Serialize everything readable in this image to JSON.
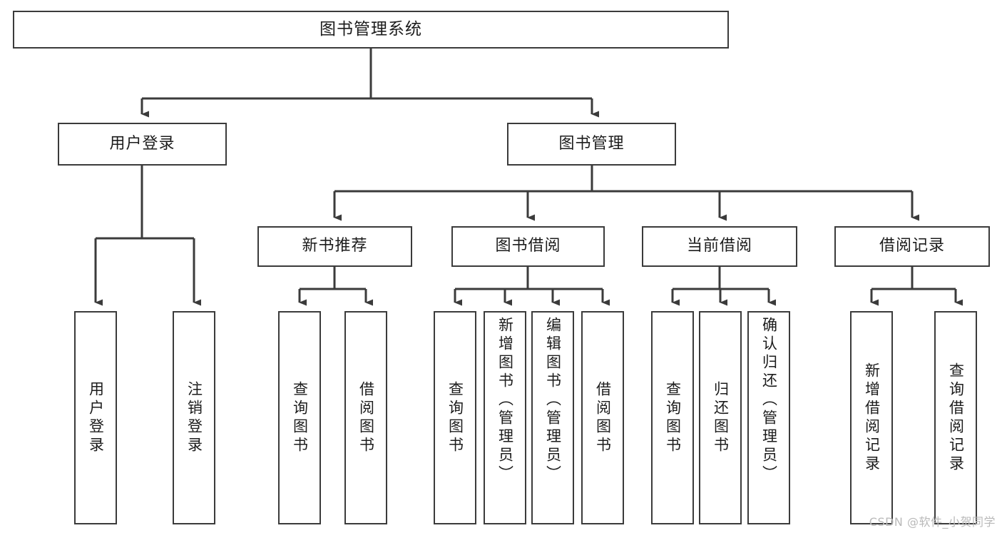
{
  "diagram": {
    "type": "tree-hierarchy-chart",
    "title": "图书管理系统",
    "orientation": "top-down",
    "line_color": "#3b3b3b",
    "box_fill": "#ffffff",
    "text_color": "#1c1c1c",
    "nodes": {
      "root": {
        "label": "图书管理系统"
      },
      "level1": [
        {
          "label": "用户登录"
        },
        {
          "label": "图书管理"
        }
      ],
      "level2": [
        {
          "label": "新书推荐"
        },
        {
          "label": "图书借阅"
        },
        {
          "label": "当前借阅"
        },
        {
          "label": "借阅记录"
        }
      ],
      "leaves": {
        "user_login": [
          {
            "label": "用户登录"
          },
          {
            "label": "注销登录"
          }
        ],
        "new_book_recommend": [
          {
            "label": "查询图书"
          },
          {
            "label": "借阅图书"
          }
        ],
        "book_borrow": [
          {
            "label": "查询图书"
          },
          {
            "label": "新增图书（管理员）"
          },
          {
            "label": "编辑图书（管理员）"
          },
          {
            "label": "借阅图书"
          }
        ],
        "current_borrow": [
          {
            "label": "查询图书"
          },
          {
            "label": "归还图书"
          },
          {
            "label": "确认归还（管理员）"
          }
        ],
        "borrow_record": [
          {
            "label": "新增借阅记录"
          },
          {
            "label": "查询借阅记录"
          }
        ]
      }
    }
  },
  "watermark": {
    "text": "CSDN @软件_小贺同学"
  }
}
